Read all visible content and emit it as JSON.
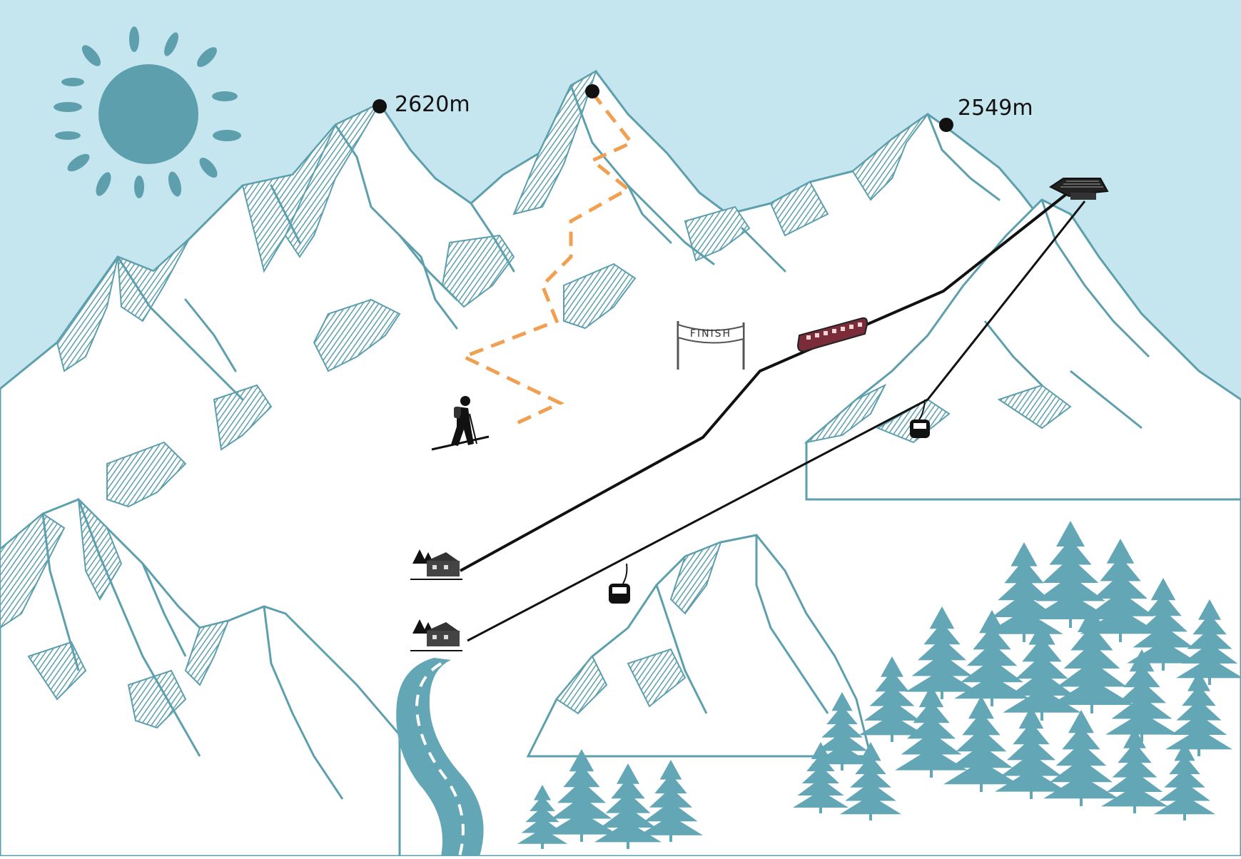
{
  "colors": {
    "sky": "#c6e6ef",
    "teal": "#5e9fae",
    "teal_dark": "#3f8494",
    "snow": "#ffffff",
    "ink": "#111111",
    "trail": "#f0a050",
    "gondola_red": "#7a2c38",
    "road": "#63a6b5"
  },
  "map": {
    "peaks": [
      {
        "label": "2620m"
      },
      {
        "label": ""
      },
      {
        "label": "2549m"
      }
    ],
    "finish_banner": "FINISH",
    "icons": [
      "sun-icon",
      "skier-icon",
      "cabin-icon",
      "gondola-icon",
      "summit-station-icon",
      "tree-icon",
      "road-icon"
    ]
  }
}
